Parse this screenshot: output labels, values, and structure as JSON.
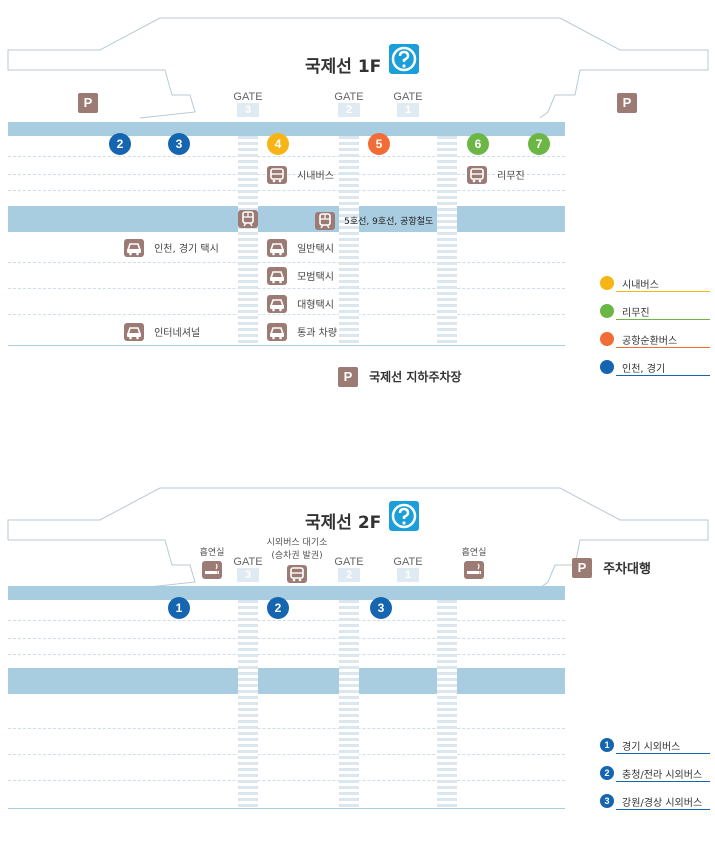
{
  "floor1": {
    "title": "국제선 1F",
    "help_icon": "question-icon",
    "gates": [
      {
        "label": "GATE",
        "number": "3"
      },
      {
        "label": "GATE",
        "number": "2"
      },
      {
        "label": "GATE",
        "number": "1"
      }
    ],
    "parking_left": "P",
    "parking_right": "P",
    "stops": [
      {
        "number": "2",
        "color": "#1565b0"
      },
      {
        "number": "3",
        "color": "#1565b0"
      },
      {
        "number": "4",
        "color": "#f7b515"
      },
      {
        "number": "5",
        "color": "#f26c35"
      },
      {
        "number": "6",
        "color": "#6bb644"
      },
      {
        "number": "7",
        "color": "#6bb644"
      }
    ],
    "bus_labels": {
      "city_bus": "시내버스",
      "limousine": "리무진"
    },
    "train_label": "5호선, 9호선, 공항철도",
    "taxi_labels": {
      "incheon_gyeonggi": "인천, 경기 택시",
      "regular": "일반택시",
      "deluxe": "모범택시",
      "large": "대형택시",
      "international": "인터네셔널",
      "transit": "통과 차량"
    },
    "underground_parking": {
      "badge": "P",
      "label": "국제선 지하주차장"
    },
    "legend": [
      {
        "label": "시내버스",
        "color": "#f7b515"
      },
      {
        "label": "리무진",
        "color": "#6bb644"
      },
      {
        "label": "공항순환버스",
        "color": "#f26c35"
      },
      {
        "label": "인천, 경기",
        "color": "#1565b0"
      }
    ]
  },
  "floor2": {
    "title": "국제선 2F",
    "help_icon": "question-icon",
    "gates": [
      {
        "label": "GATE",
        "number": "3"
      },
      {
        "label": "GATE",
        "number": "2"
      },
      {
        "label": "GATE",
        "number": "1"
      }
    ],
    "smoking_left": "흡연실",
    "smoking_right": "흡연실",
    "bus_waiting": "시외버스 대기소",
    "bus_waiting_sub": "(승차권 발권)",
    "valet": {
      "badge": "P",
      "label": "주차대행"
    },
    "stops": [
      {
        "number": "1",
        "color": "#1565b0"
      },
      {
        "number": "2",
        "color": "#1565b0"
      },
      {
        "number": "3",
        "color": "#1565b0"
      }
    ],
    "legend": [
      {
        "number": "1",
        "label": "경기 시외버스"
      },
      {
        "number": "2",
        "label": "충청/전라 시외버스"
      },
      {
        "number": "3",
        "label": "강원/경상 시외버스"
      }
    ]
  }
}
